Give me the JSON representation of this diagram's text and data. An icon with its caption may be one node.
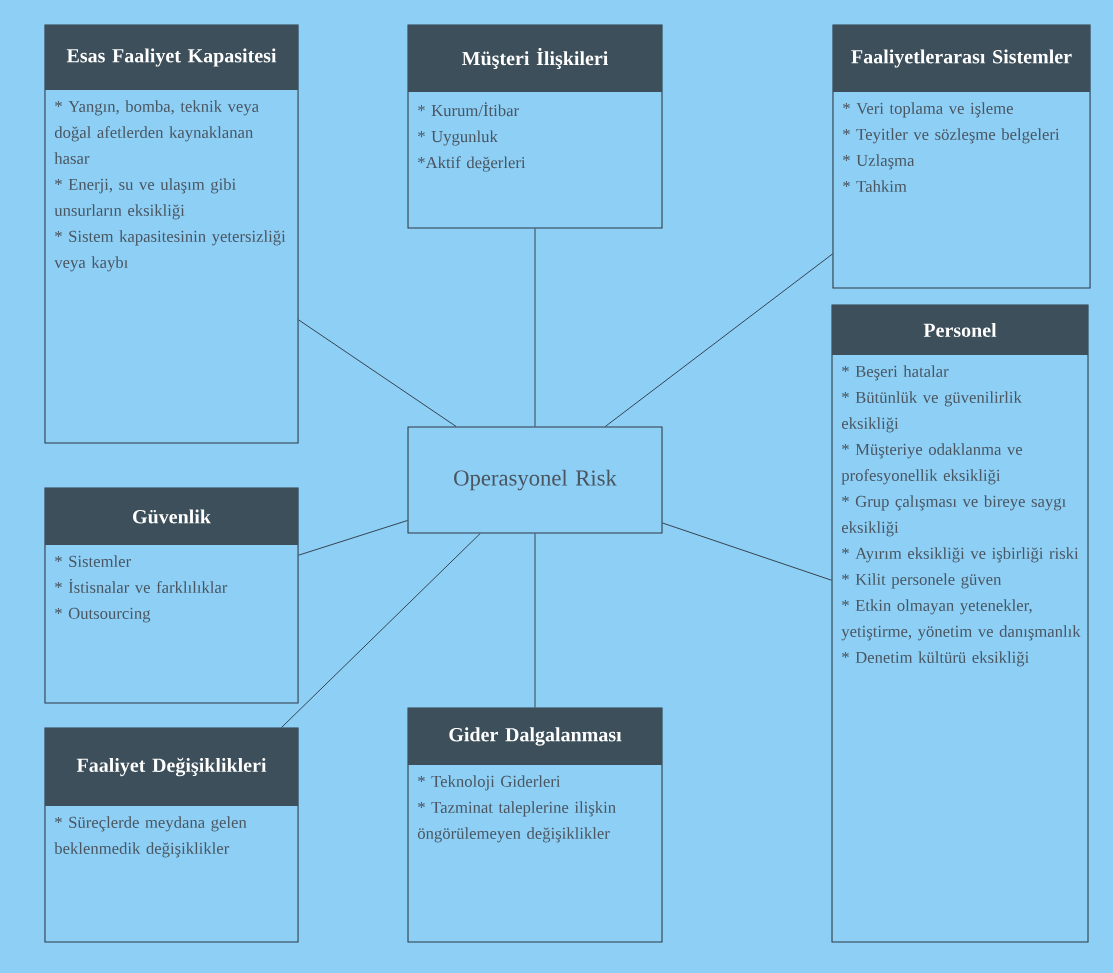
{
  "diagram": {
    "nodes": [
      {
        "text": [
          "Esas Faaliyet Kapasitesi",
          "* Yangın, bomba, teknik veya doğal afetlerden kaynaklanan hasar",
          "* Enerji, su ve ulaşım gibi unsurların eksikliği",
          "* Sistem kapasitesinin yetersizliği veya kaybı"
        ]
      },
      {
        "text": [
          "Müşteri İlişkileri",
          "* Kurum/İtibar",
          "* Uygunluk",
          "*Aktif değerleri"
        ]
      },
      {
        "text": [
          "Faaliyetlerarası Sistemler",
          "* Veri toplama ve işleme",
          "* Teyitler ve sözleşme belgeleri",
          "* Uzlaşma",
          "* Tahkim"
        ]
      },
      {
        "text": [
          "Operasyonel Risk"
        ]
      },
      {
        "text": [
          "Personel",
          "* Beşeri hatalar",
          "* Bütünlük ve güvenilirlik eksikliği",
          "* Müşteriye odaklanma ve profesyonellik eksikliği",
          "* Grup çalışması ve bireye saygı eksikliği",
          "* Ayırım eksikliği ve işbirliği riski",
          "* Kilit personele güven",
          "* Etkin olmayan yetenekler, yetiştirme, yönetim ve danışmanlık",
          "* Denetim kültürü eksikliği"
        ]
      },
      {
        "text": [
          "Güvenlik",
          "* Sistemler",
          "* İstisnalar ve farklılıklar",
          "* Outsourcing"
        ]
      },
      {
        "text": [
          "Faaliyet Değişiklikleri",
          "* Süreçlerde meydana gelen beklenmedik değişiklikler"
        ]
      },
      {
        "text": [
          "Gider Dalgalanması",
          "* Teknoloji Giderleri",
          "* Tazminat taleplerine ilişkin öngörülemeyen değişiklikler"
        ]
      }
    ],
    "edges": [
      {
        "from": 3,
        "to": 0,
        "arrow": "none"
      },
      {
        "from": 3,
        "to": 1,
        "arrow": "none"
      },
      {
        "from": 3,
        "to": 2,
        "arrow": "none"
      },
      {
        "from": 3,
        "to": 4,
        "arrow": "none"
      },
      {
        "from": 3,
        "to": 5,
        "arrow": "none"
      },
      {
        "from": 3,
        "to": 6,
        "arrow": "none"
      },
      {
        "from": 3,
        "to": 7,
        "arrow": "none"
      }
    ]
  }
}
